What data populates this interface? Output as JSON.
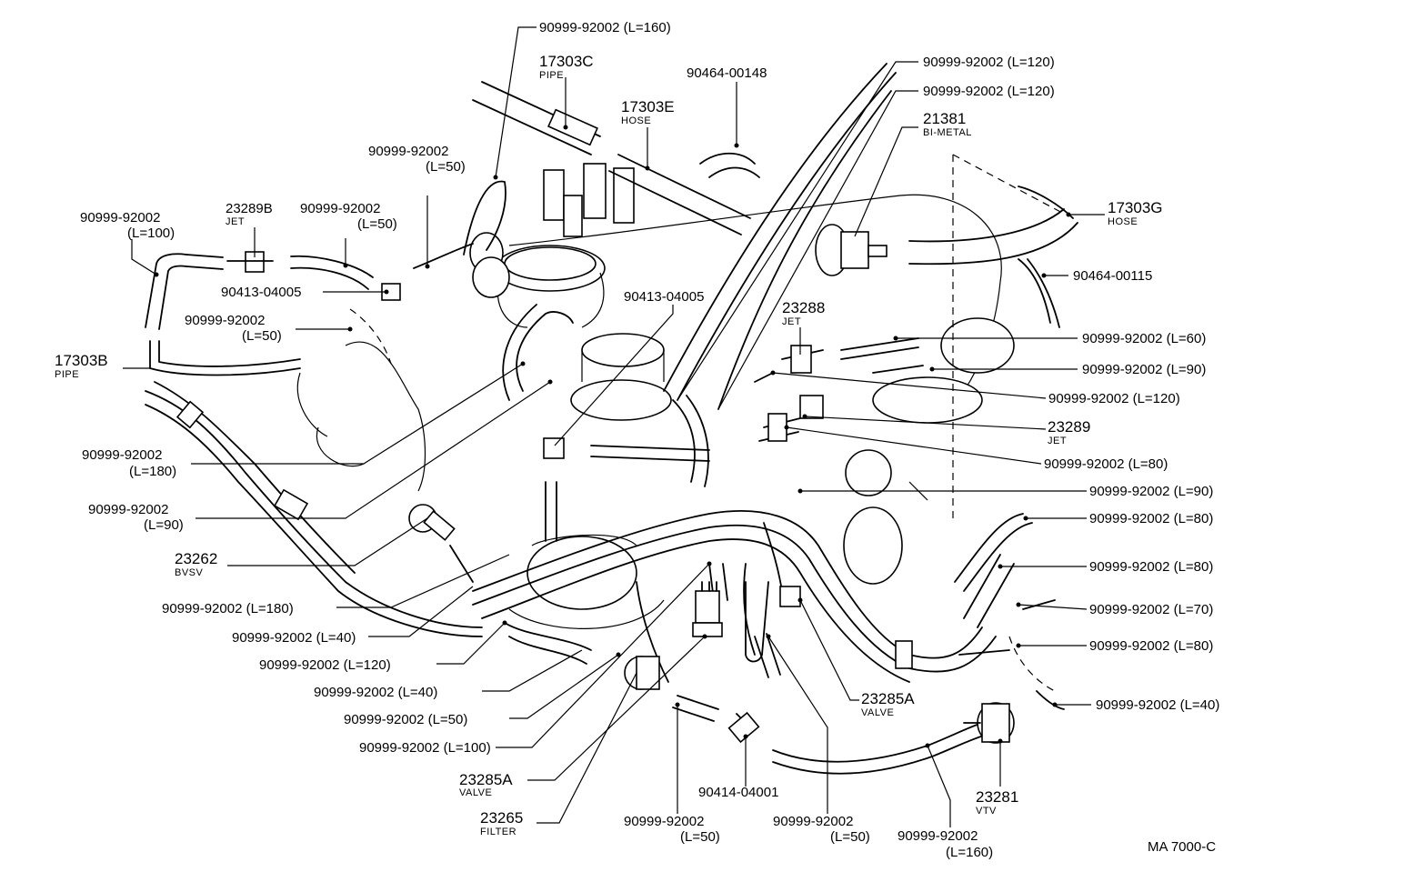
{
  "diagram": {
    "code": "MA  7000-C",
    "labels": {
      "hose_160_top": "90999-92002 (L=160)",
      "pipe_17303c": "17303C",
      "pipe_17303c_sub": "PIPE",
      "clamp_00148": "90464-00148",
      "hose_17303e": "17303E",
      "hose_17303e_sub": "HOSE",
      "hose_120_a": "90999-92002 (L=120)",
      "hose_120_b": "90999-92002 (L=120)",
      "bimetal_21381": "21381",
      "bimetal_21381_sub": "BI-METAL",
      "hose_17303g": "17303G",
      "hose_17303g_sub": "HOSE",
      "clamp_00115": "90464-00115",
      "hose_50_top_pn": "90999-92002",
      "hose_50_top_len": "(L=50)",
      "jet_23289b": "23289B",
      "jet_23289b_sub": "JET",
      "hose_50_left_pn": "90999-92002",
      "hose_50_left_len": "(L=50)",
      "hose_100_left_pn": "90999-92002",
      "hose_100_left_len": "(L=100)",
      "tee_04005_left": "90413-04005",
      "tee_04005_mid": "90413-04005",
      "hose_50_mid_pn": "90999-92002",
      "hose_50_mid_len": "(L=50)",
      "jet_23288": "23288",
      "jet_23288_sub": "JET",
      "hose_60": "90999-92002 (L=60)",
      "hose_90_r1": "90999-92002 (L=90)",
      "hose_120_r": "90999-92002 (L=120)",
      "jet_23289": "23289",
      "jet_23289_sub": "JET",
      "hose_80_r1": "90999-92002 (L=80)",
      "hose_90_r2": "90999-92002 (L=90)",
      "hose_80_r2": "90999-92002 (L=80)",
      "hose_80_r3": "90999-92002 (L=80)",
      "hose_70": "90999-92002 (L=70)",
      "hose_80_r4": "90999-92002 (L=80)",
      "hose_40_r": "90999-92002 (L=40)",
      "pipe_17303b": "17303B",
      "pipe_17303b_sub": "PIPE",
      "hose_180_pn": "90999-92002",
      "hose_180_len": "(L=180)",
      "hose_90_left_pn": "90999-92002",
      "hose_90_left_len": "(L=90)",
      "bvsv_23262": "23262",
      "bvsv_23262_sub": "BVSV",
      "hose_180_b": "90999-92002 (L=180)",
      "hose_40_b1": "90999-92002 (L=40)",
      "hose_120_b1": "90999-92002 (L=120)",
      "hose_40_b2": "90999-92002 (L=40)",
      "hose_50_b": "90999-92002 (L=50)",
      "hose_100_b": "90999-92002 (L=100)",
      "valve_23285a_left": "23285A",
      "valve_23285a_left_sub": "VALVE",
      "filter_23265": "23265",
      "filter_23265_sub": "FILTER",
      "hose_50_bot1_pn": "90999-92002",
      "hose_50_bot1_len": "(L=50)",
      "tee_04001": "90414-04001",
      "hose_50_bot2_pn": "90999-92002",
      "hose_50_bot2_len": "(L=50)",
      "hose_160_bot_pn": "90999-92002",
      "hose_160_bot_len": "(L=160)",
      "vtv_23281": "23281",
      "vtv_23281_sub": "VTV",
      "valve_23285a_right": "23285A",
      "valve_23285a_right_sub": "VALVE"
    }
  }
}
